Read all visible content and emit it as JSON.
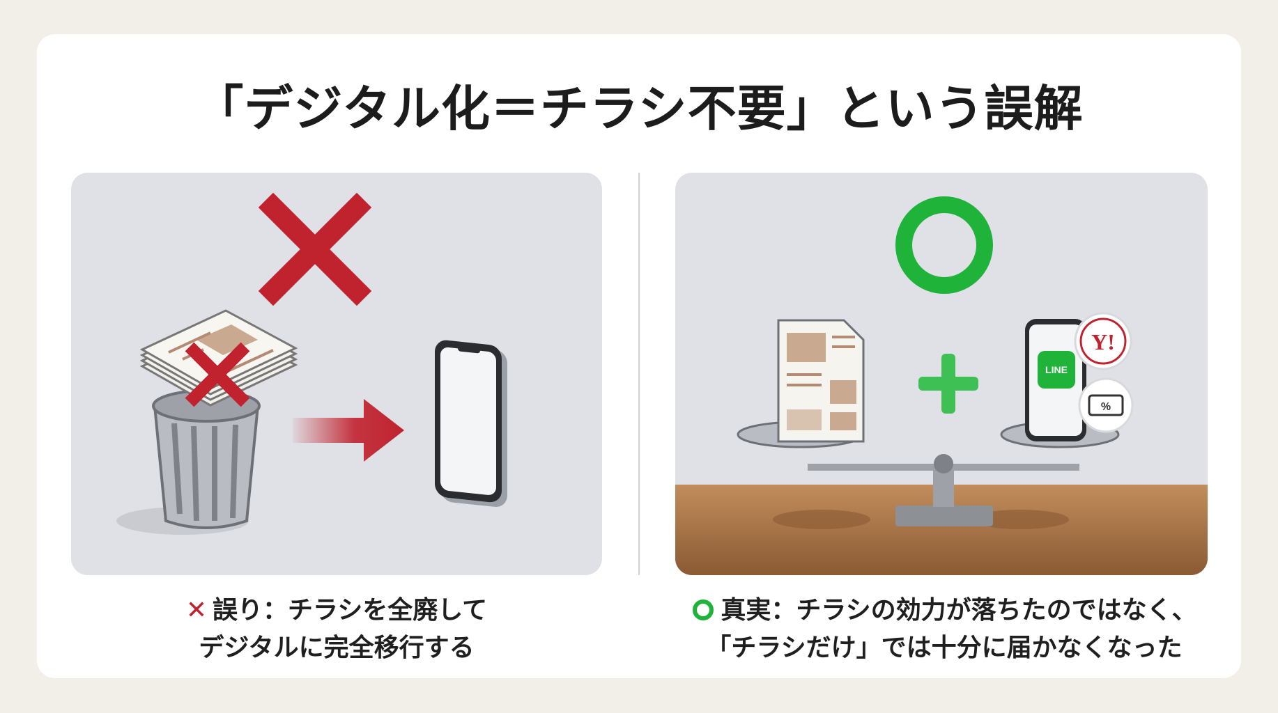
{
  "title": "「デジタル化＝チラシ不要」という誤解",
  "left": {
    "caption_mark": "✕",
    "caption_line1": "誤り：チラシを全廃して",
    "caption_line2": "デジタルに完全移行する"
  },
  "right": {
    "caption_mark": "",
    "caption_line1": "真実：チラシの効力が落ちたのではなく、",
    "caption_line2": "「チラシだけ」では十分に届かなくなった",
    "line_badge": "LINE",
    "yahoo_badge": "Y!",
    "coupon_badge": "%"
  },
  "colors": {
    "wrong": "#c0222e",
    "correct": "#1fb33a",
    "background": "#f1efe7",
    "panel": "#dfe1e6"
  },
  "icons": [
    "cross-icon",
    "trash-can-icon",
    "flyer-stack-icon",
    "arrow-right-icon",
    "smartphone-icon",
    "circle-icon",
    "plus-icon",
    "balance-scale-icon",
    "line-app-icon",
    "yahoo-icon",
    "coupon-icon"
  ]
}
